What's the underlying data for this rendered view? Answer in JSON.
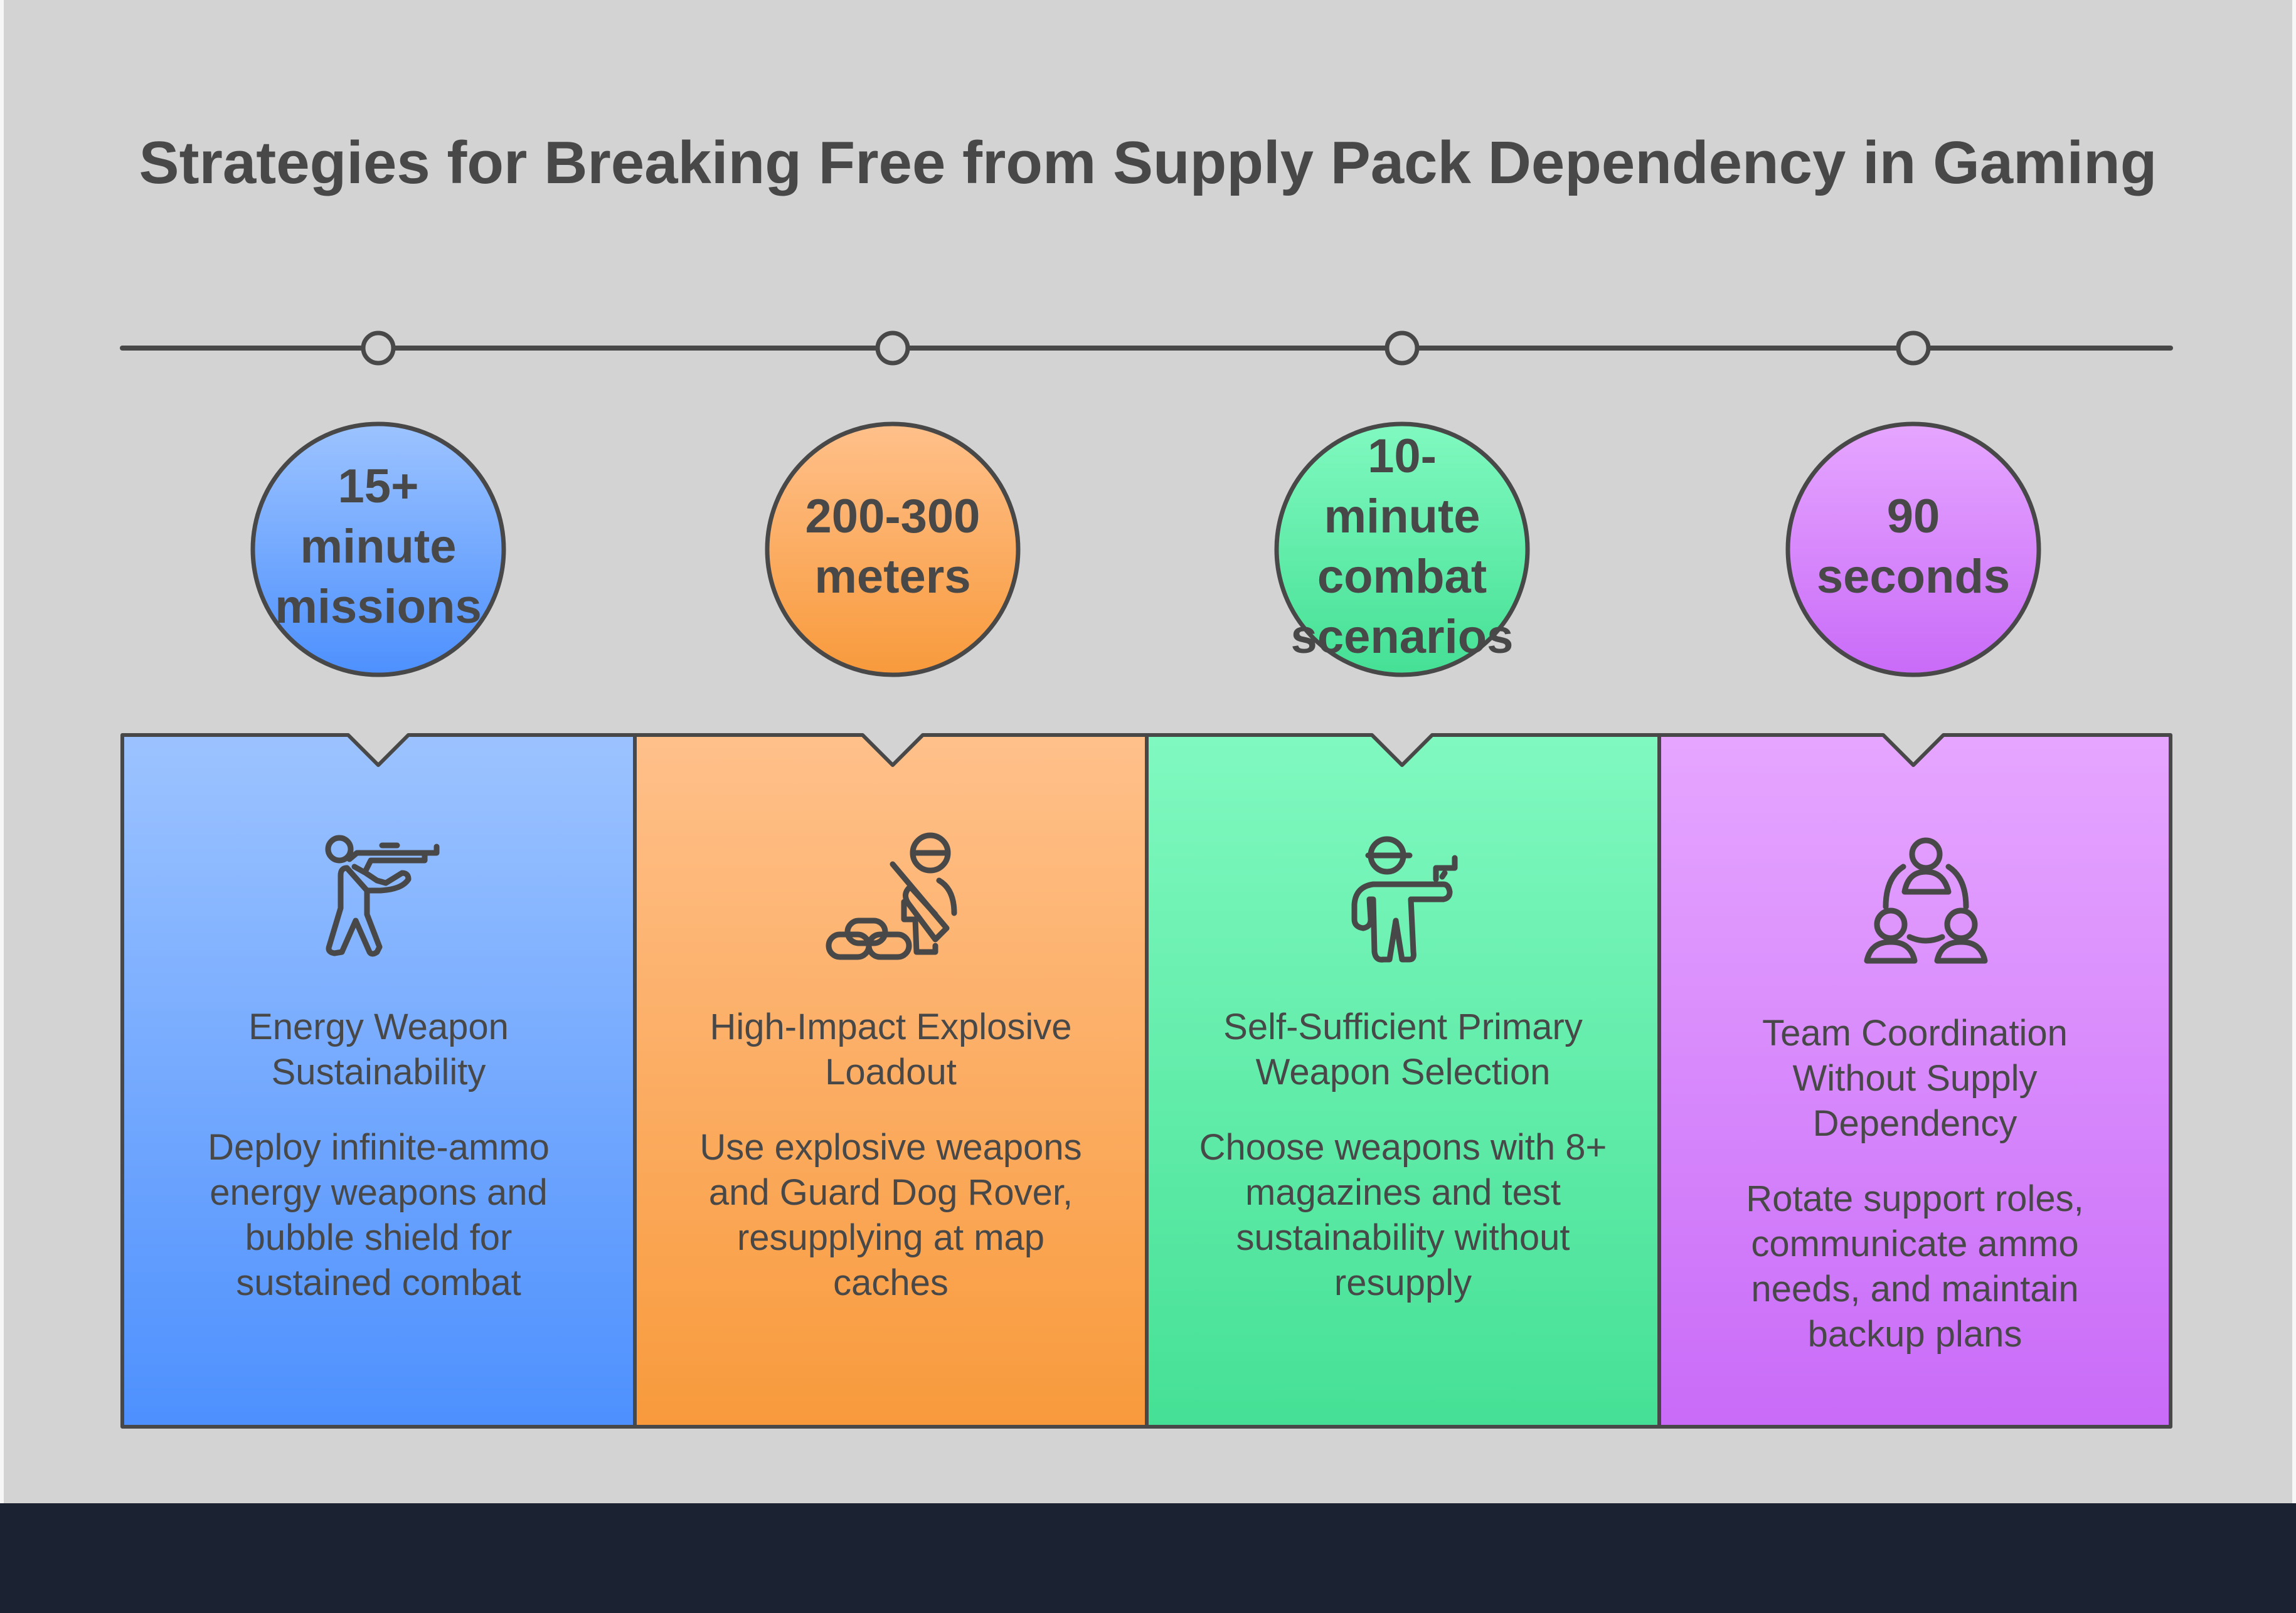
{
  "title": "Strategies for Breaking Free from Supply Pack Dependency in Gaming",
  "colors": {
    "background": "#d3d3d3",
    "footer": "#1b2332",
    "stroke": "#484848",
    "text": "#484848"
  },
  "strategies": [
    {
      "badge": "15+\nminute\nmissions",
      "heading": "Energy Weapon Sustainability",
      "description": "Deploy infinite-ammo energy weapons and bubble shield for sustained combat",
      "icon": "rifle-shooter-icon",
      "gradient_top": "#9cc3ff",
      "gradient_bottom": "#4d90fe"
    },
    {
      "badge": "200-300\nmeters",
      "heading": "High-Impact Explosive Loadout",
      "description": "Use explosive weapons and Guard Dog Rover, resupplying at map caches",
      "icon": "soldier-sandbags-icon",
      "gradient_top": "#ffc08a",
      "gradient_bottom": "#f89a3c"
    },
    {
      "badge": "10-\nminute\ncombat\nscenarios",
      "heading": "Self-Sufficient Primary Weapon Selection",
      "description": "Choose weapons with 8+ magazines and test sustainability without resupply",
      "icon": "pistol-shooter-icon",
      "gradient_top": "#80f9c0",
      "gradient_bottom": "#45e095"
    },
    {
      "badge": "90\nseconds",
      "heading": "Team Coordination Without Supply Dependency",
      "description": "Rotate support roles, communicate ammo needs, and maintain backup plans",
      "icon": "team-network-icon",
      "gradient_top": "#e6a6ff",
      "gradient_bottom": "#c96bf8"
    }
  ]
}
